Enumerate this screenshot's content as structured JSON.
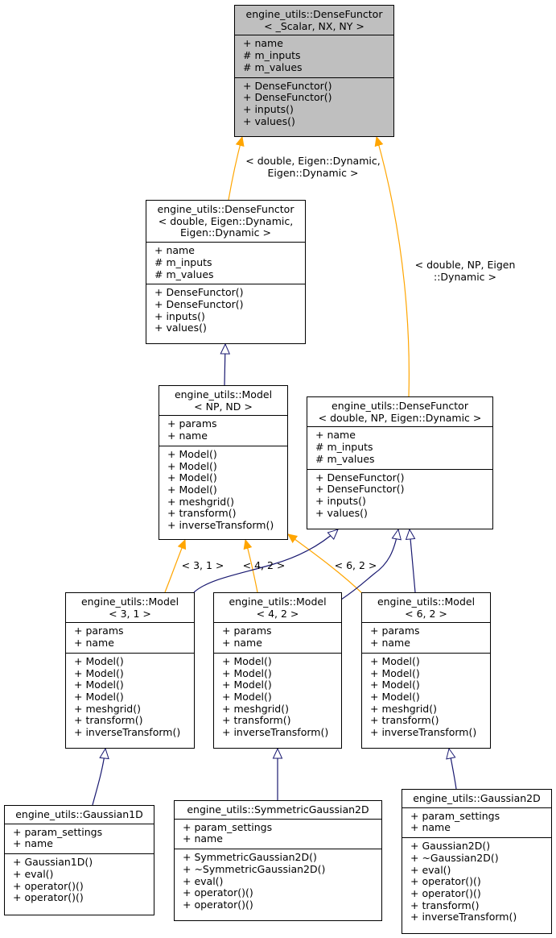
{
  "colors": {
    "inherit_edge": "#191970",
    "template_edge": "#ffa500",
    "selected_fill": "#bfbfbf"
  },
  "nodes": {
    "dense_tmpl": {
      "title": [
        "engine_utils::DenseFunctor",
        "< _Scalar, NX, NY >"
      ],
      "attrs": [
        "+ name",
        "# m_inputs",
        "# m_values"
      ],
      "methods": [
        "+ DenseFunctor()",
        "+ DenseFunctor()",
        "+ inputs()",
        "+ values()"
      ]
    },
    "dense_dd": {
      "title": [
        "engine_utils::DenseFunctor",
        "< double, Eigen::Dynamic,",
        "Eigen::Dynamic >"
      ],
      "attrs": [
        "+ name",
        "# m_inputs",
        "# m_values"
      ],
      "methods": [
        "+ DenseFunctor()",
        "+ DenseFunctor()",
        "+ inputs()",
        "+ values()"
      ]
    },
    "model_tmpl": {
      "title": [
        "engine_utils::Model",
        "< NP, ND >"
      ],
      "attrs": [
        "+ params",
        "+ name"
      ],
      "methods": [
        "+ Model()",
        "+ Model()",
        "+ Model()",
        "+ Model()",
        "+ meshgrid()",
        "+ transform()",
        "+ inverseTransform()"
      ]
    },
    "dense_np": {
      "title": [
        "engine_utils::DenseFunctor",
        "< double, NP, Eigen::Dynamic >"
      ],
      "attrs": [
        "+ name",
        "# m_inputs",
        "# m_values"
      ],
      "methods": [
        "+ DenseFunctor()",
        "+ DenseFunctor()",
        "+ inputs()",
        "+ values()"
      ]
    },
    "model31": {
      "title": [
        "engine_utils::Model",
        "< 3, 1 >"
      ],
      "attrs": [
        "+ params",
        "+ name"
      ],
      "methods": [
        "+ Model()",
        "+ Model()",
        "+ Model()",
        "+ Model()",
        "+ meshgrid()",
        "+ transform()",
        "+ inverseTransform()"
      ]
    },
    "model42": {
      "title": [
        "engine_utils::Model",
        "< 4, 2 >"
      ],
      "attrs": [
        "+ params",
        "+ name"
      ],
      "methods": [
        "+ Model()",
        "+ Model()",
        "+ Model()",
        "+ Model()",
        "+ meshgrid()",
        "+ transform()",
        "+ inverseTransform()"
      ]
    },
    "model62": {
      "title": [
        "engine_utils::Model",
        "< 6, 2 >"
      ],
      "attrs": [
        "+ params",
        "+ name"
      ],
      "methods": [
        "+ Model()",
        "+ Model()",
        "+ Model()",
        "+ Model()",
        "+ meshgrid()",
        "+ transform()",
        "+ inverseTransform()"
      ]
    },
    "gauss1d": {
      "title": [
        "engine_utils::Gaussian1D"
      ],
      "attrs": [
        "+ param_settings",
        "+ name"
      ],
      "methods": [
        "+ Gaussian1D()",
        "+ eval()",
        "+ operator()()",
        "+ operator()()"
      ]
    },
    "symgauss": {
      "title": [
        "engine_utils::SymmetricGaussian2D"
      ],
      "attrs": [
        "+ param_settings",
        "+ name"
      ],
      "methods": [
        "+ SymmetricGaussian2D()",
        "+ ~SymmetricGaussian2D()",
        "+ eval()",
        "+ operator()()",
        "+ operator()()"
      ]
    },
    "gauss2d": {
      "title": [
        "engine_utils::Gaussian2D"
      ],
      "attrs": [
        "+ param_settings",
        "+ name"
      ],
      "methods": [
        "+ Gaussian2D()",
        "+ ~Gaussian2D()",
        "+ eval()",
        "+ operator()()",
        "+ operator()()",
        "+ transform()",
        "+ inverseTransform()"
      ]
    }
  },
  "edge_labels": {
    "dd": "< double, Eigen::Dynamic,\nEigen::Dynamic >",
    "np": "< double, NP, Eigen\n::Dynamic >",
    "m31": "< 3, 1 >",
    "m42": "< 4, 2 >",
    "m62": "< 6, 2 >"
  }
}
